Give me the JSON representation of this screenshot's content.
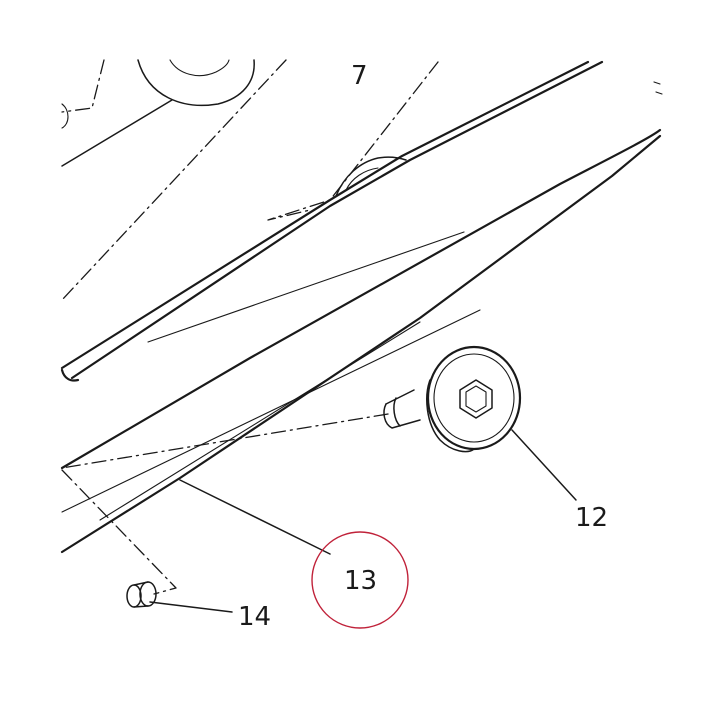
{
  "diagram": {
    "background": "#ffffff",
    "line_color": "#1a1a1a",
    "highlight_color": "#c0223a",
    "callouts": [
      {
        "id": "part-7",
        "label": "7"
      },
      {
        "id": "part-12",
        "label": "12"
      },
      {
        "id": "part-13",
        "label": "13",
        "highlighted": true
      },
      {
        "id": "part-14",
        "label": "14"
      }
    ],
    "parts": [
      {
        "id": "bracket-arm",
        "icon": "bracket-arm-outline"
      },
      {
        "id": "hex-socket-screw",
        "icon": "hex-socket-screw-icon"
      },
      {
        "id": "rail",
        "icon": "rail-outline"
      },
      {
        "id": "pin",
        "icon": "cylindrical-pin-icon"
      }
    ]
  }
}
